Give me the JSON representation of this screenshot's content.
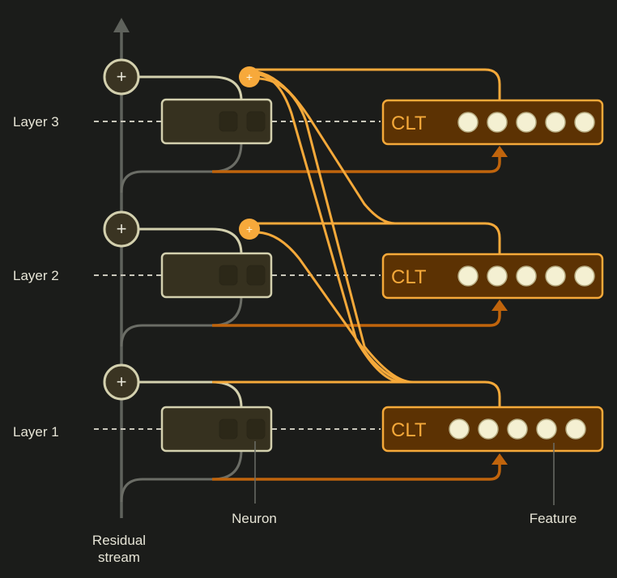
{
  "diagram": {
    "layers": [
      {
        "label": "Layer 3",
        "clt_label": "CLT",
        "feature_count": 5
      },
      {
        "label": "Layer 2",
        "clt_label": "CLT",
        "feature_count": 5
      },
      {
        "label": "Layer 1",
        "clt_label": "CLT",
        "feature_count": 5
      }
    ],
    "annotations": {
      "residual_stream": [
        "Residual",
        "stream"
      ],
      "neuron": "Neuron",
      "feature": "Feature"
    },
    "add_symbol": "+",
    "colors": {
      "background": "#1b1c1a",
      "residual_stream": "#5f625c",
      "mlp_border": "#d3d0ae",
      "mlp_fill": "#36311f",
      "clt_border": "#f5a93a",
      "clt_fill": "#5c3203",
      "clt_arrow": "#c0640c",
      "feature_fill": "#f4f0d2",
      "orange_add": "#f7a93b"
    }
  }
}
